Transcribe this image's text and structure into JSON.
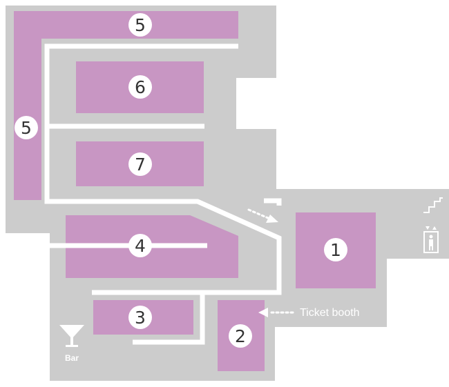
{
  "colors": {
    "background": "#ffffff",
    "floor": "#cccccc",
    "section": "#c896c3",
    "corridor": "#ffffff",
    "badge_fill": "#ffffff",
    "badge_text": "#333333",
    "label": "#ffffff"
  },
  "sections": [
    {
      "id": "5",
      "label": "5"
    },
    {
      "id": "5",
      "label": "5"
    },
    {
      "id": "6",
      "label": "6"
    },
    {
      "id": "7",
      "label": "7"
    },
    {
      "id": "4",
      "label": "4"
    },
    {
      "id": "3",
      "label": "3"
    },
    {
      "id": "2",
      "label": "2"
    },
    {
      "id": "1",
      "label": "1"
    }
  ],
  "labels": {
    "ticket_booth": "Ticket booth",
    "bar": "Bar"
  },
  "icons": {
    "bar": "cocktail-glass-icon",
    "stairs": "stairs-icon",
    "elevator": "elevator-icon",
    "entrance_arrow": "dotted-arrow-icon",
    "ticket_arrow": "dotted-arrow-icon"
  }
}
